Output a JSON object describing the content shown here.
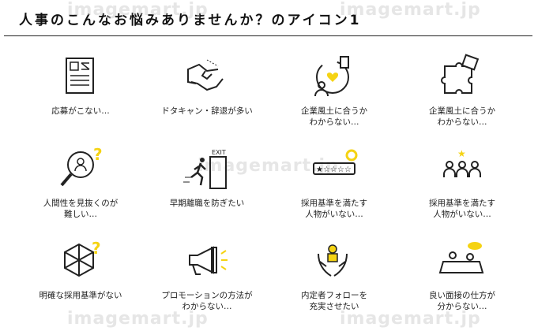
{
  "title": "人事のこんなお悩みありませんか？のアイコン1",
  "watermark": "imagemart.jp",
  "accent": "#f5d313",
  "items": [
    {
      "icon": "resume-icon",
      "line1": "応募がこない…",
      "line2": ""
    },
    {
      "icon": "handshake-icon",
      "line1": "ドタキャン・辞退が多い",
      "line2": ""
    },
    {
      "icon": "company-fit-icon",
      "line1": "企業風土に合うか",
      "line2": "わからない…"
    },
    {
      "icon": "puzzle-icon",
      "line1": "企業風土に合うか",
      "line2": "わからない…"
    },
    {
      "icon": "magnifier-person-icon",
      "line1": "人間性を見抜くのが",
      "line2": "難しい…"
    },
    {
      "icon": "exit-running-icon",
      "line1": "早期離職を防ぎたい",
      "line2": ""
    },
    {
      "icon": "star-rating-icon",
      "line1": "採用基準を満たす",
      "line2": "人物がいない…"
    },
    {
      "icon": "selected-person-icon",
      "line1": "採用基準を満たす",
      "line2": "人物がいない…"
    },
    {
      "icon": "hexagon-question-icon",
      "line1": "明確な採用基準がない",
      "line2": ""
    },
    {
      "icon": "megaphone-icon",
      "line1": "プロモーションの方法が",
      "line2": "わからない…"
    },
    {
      "icon": "hands-person-icon",
      "line1": "内定者フォローを",
      "line2": "充実させたい"
    },
    {
      "icon": "interview-icon",
      "line1": "良い面接の仕方が",
      "line2": "分からない…"
    }
  ]
}
